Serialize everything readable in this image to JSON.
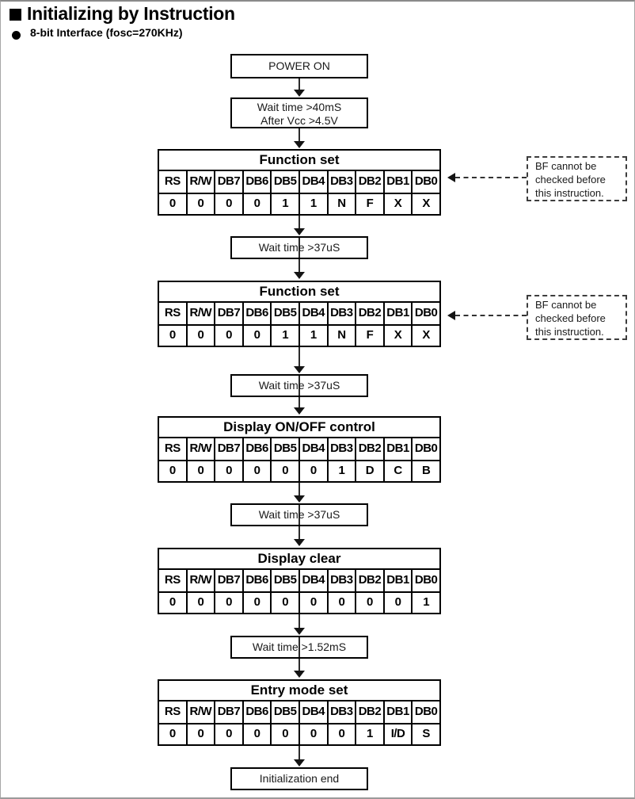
{
  "page": {
    "title": "Initializing by Instruction",
    "subtitle": "8-bit Interface (fosc=270KHz)"
  },
  "flow": {
    "start_label": "POWER ON",
    "end_label": "Initialization end",
    "waits": {
      "w1_line1": "Wait time >40mS",
      "w1_line2": "After Vcc >4.5V",
      "w2": "Wait time >37uS",
      "w3": "Wait time >37uS",
      "w4": "Wait time >37uS",
      "w5": "Wait time >1.52mS"
    },
    "bit_headers": [
      "RS",
      "R/W",
      "DB7",
      "DB6",
      "DB5",
      "DB4",
      "DB3",
      "DB2",
      "DB1",
      "DB0"
    ],
    "tables": [
      {
        "title": "Function set",
        "values": [
          "0",
          "0",
          "0",
          "0",
          "1",
          "1",
          "N",
          "F",
          "X",
          "X"
        ]
      },
      {
        "title": "Function set",
        "values": [
          "0",
          "0",
          "0",
          "0",
          "1",
          "1",
          "N",
          "F",
          "X",
          "X"
        ]
      },
      {
        "title": "Display ON/OFF control",
        "values": [
          "0",
          "0",
          "0",
          "0",
          "0",
          "0",
          "1",
          "D",
          "C",
          "B"
        ]
      },
      {
        "title": "Display clear",
        "values": [
          "0",
          "0",
          "0",
          "0",
          "0",
          "0",
          "0",
          "0",
          "0",
          "1"
        ]
      },
      {
        "title": "Entry mode set",
        "values": [
          "0",
          "0",
          "0",
          "0",
          "0",
          "0",
          "0",
          "1",
          "I/D",
          "S"
        ]
      }
    ],
    "note": {
      "line1": "BF cannot be",
      "line2": "checked before",
      "line3": "this instruction."
    }
  }
}
